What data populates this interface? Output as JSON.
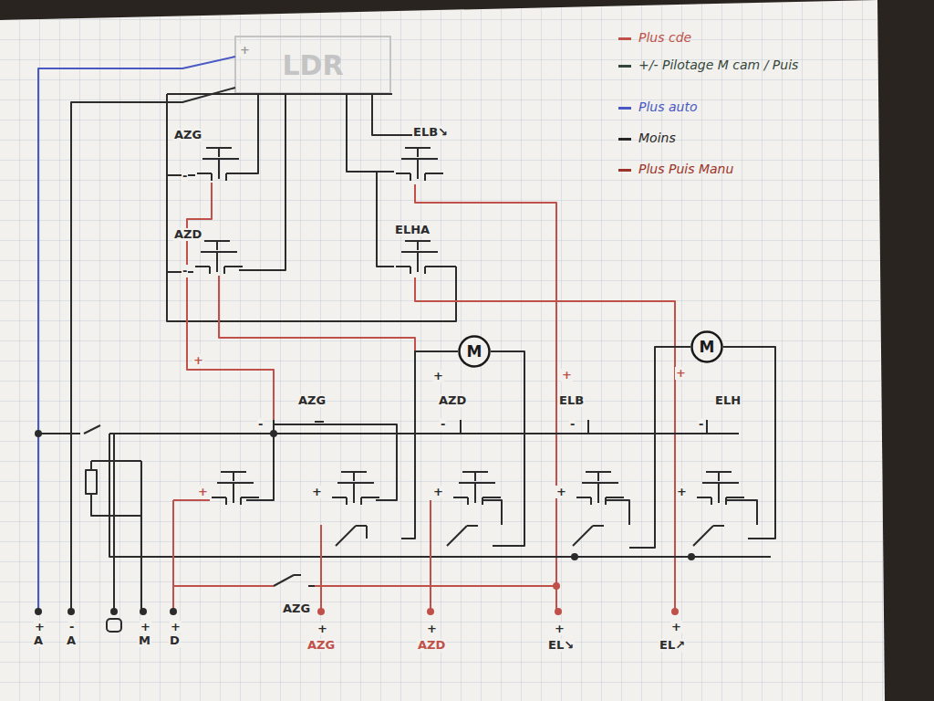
{
  "diagram": {
    "nodes": [
      {
        "text": [
          "LDR"
        ]
      },
      {
        "text": [
          "M"
        ]
      },
      {
        "text": [
          "M"
        ]
      }
    ],
    "labels": [
      "AZG",
      "AZD",
      "ELB↘",
      "ELHA",
      "-",
      "-",
      "+",
      "+",
      "+",
      "+",
      "AZG",
      "AZD",
      "ELB",
      "ELH",
      "-",
      "-",
      "-",
      "-",
      "+",
      "+",
      "+",
      "+",
      "+",
      "AZG",
      "+",
      "A",
      "-",
      "A",
      "+",
      "M",
      "+",
      "D",
      "+",
      "AZG",
      "+",
      "AZD",
      "+",
      "EL↘",
      "+",
      "EL↗",
      "+"
    ],
    "legend": [
      {
        "text": "Plus cde",
        "color": "#c0504a"
      },
      {
        "text": "+/- Pilotage M cam / Puis",
        "color": "#34463a"
      },
      {
        "text": "Plus auto",
        "color": "#4a58c4"
      },
      {
        "text": "Moins",
        "color": "#262626"
      },
      {
        "text": "Plus Puis Manu",
        "color": "#9c3328"
      }
    ]
  }
}
